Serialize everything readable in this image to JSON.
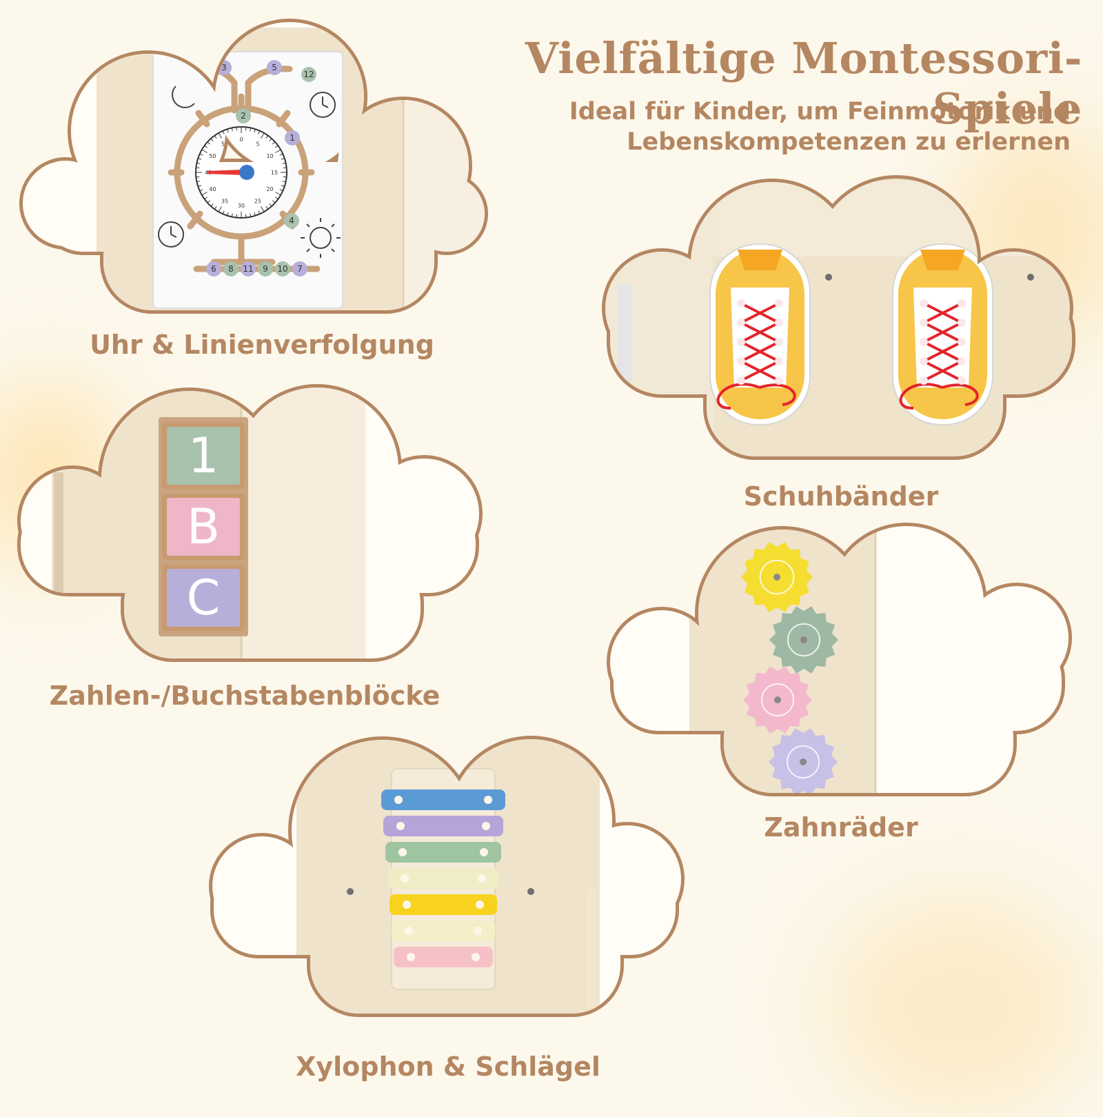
{
  "header": {
    "title": "Vielfältige Montessori-Spiele",
    "subtitle_line1": "Ideal für Kinder, um Feinmotorik und",
    "subtitle_line2": "Lebenskompetenzen zu erlernen"
  },
  "features": [
    {
      "caption": "Uhr & Linienverfolgung",
      "clock_top_numbers": [
        "3",
        "5",
        "12"
      ],
      "clock_side_numbers": [
        "2",
        "1",
        "4"
      ],
      "clock_bottom_numbers": [
        "6",
        "8",
        "11",
        "9",
        "10",
        "7"
      ],
      "dial_labels": [
        "0",
        "5",
        "10",
        "15",
        "20",
        "25",
        "30",
        "35",
        "40",
        "45",
        "50",
        "55"
      ]
    },
    {
      "caption": "Schuhbänder"
    },
    {
      "caption": "Zahlen-/Buchstabenblöcke",
      "blocks": [
        "1",
        "B",
        "C"
      ]
    },
    {
      "caption": "Zahnräder"
    },
    {
      "caption": "Xylophon & Schlägel"
    }
  ],
  "colors": {
    "background": "#fdf8ec",
    "text": "#b48762",
    "cloud_outline": "#b48762",
    "wood": "#efe3cc",
    "block_green": "#a8c2ad",
    "block_pink": "#eeb6c6",
    "block_purple": "#b7aed9",
    "shoe_yellow": "#f7c548",
    "lace_red": "#e3242b"
  }
}
